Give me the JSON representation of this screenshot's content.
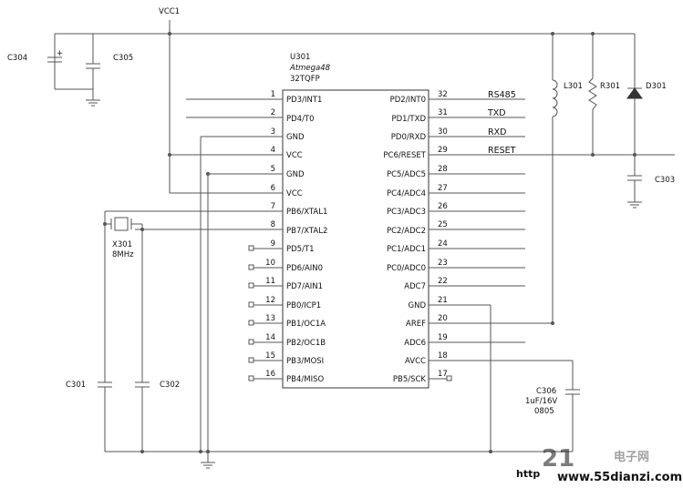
{
  "power": {
    "vcc_label": "VCC1"
  },
  "chip": {
    "ref": "U301",
    "part": "Atmega48",
    "package": "32TQFP",
    "left_pins": [
      {
        "num": "1",
        "name": "PD3/INT1"
      },
      {
        "num": "2",
        "name": "PD4/T0"
      },
      {
        "num": "3",
        "name": "GND"
      },
      {
        "num": "4",
        "name": "VCC"
      },
      {
        "num": "5",
        "name": "GND"
      },
      {
        "num": "6",
        "name": "VCC"
      },
      {
        "num": "7",
        "name": "PB6/XTAL1"
      },
      {
        "num": "8",
        "name": "PB7/XTAL2"
      },
      {
        "num": "9",
        "name": "PD5/T1"
      },
      {
        "num": "10",
        "name": "PD6/AIN0"
      },
      {
        "num": "11",
        "name": "PD7/AIN1"
      },
      {
        "num": "12",
        "name": "PB0/ICP1"
      },
      {
        "num": "13",
        "name": "PB1/OC1A"
      },
      {
        "num": "14",
        "name": "PB2/OC1B"
      },
      {
        "num": "15",
        "name": "PB3/MOSI"
      },
      {
        "num": "16",
        "name": "PB4/MISO"
      }
    ],
    "right_pins": [
      {
        "num": "32",
        "name": "PD2/INT0"
      },
      {
        "num": "31",
        "name": "PD1/TXD"
      },
      {
        "num": "30",
        "name": "PD0/RXD"
      },
      {
        "num": "29",
        "name": "PC6/RESET"
      },
      {
        "num": "28",
        "name": "PC5/ADC5"
      },
      {
        "num": "27",
        "name": "PC4/ADC4"
      },
      {
        "num": "26",
        "name": "PC3/ADC3"
      },
      {
        "num": "25",
        "name": "PC2/ADC2"
      },
      {
        "num": "24",
        "name": "PC1/ADC1"
      },
      {
        "num": "23",
        "name": "PC0/ADC0"
      },
      {
        "num": "22",
        "name": "ADC7"
      },
      {
        "num": "21",
        "name": "GND"
      },
      {
        "num": "20",
        "name": "AREF"
      },
      {
        "num": "19",
        "name": "ADC6"
      },
      {
        "num": "18",
        "name": "AVCC"
      },
      {
        "num": "17",
        "name": "PB5/SCK"
      }
    ]
  },
  "nets": {
    "rs485": "RS485",
    "txd": "TXD",
    "rxd": "RXD",
    "reset": "RESET"
  },
  "components": {
    "c304": "C304",
    "c305": "C305",
    "l301": "L301",
    "r301": "R301",
    "d301": "D301",
    "c303": "C303",
    "crystal_ref": "X301",
    "crystal_value": "8MHz",
    "c301": "C301",
    "c302": "C302",
    "c306_ref": "C306",
    "c306_value": "1uF/16V",
    "c306_package": "0805",
    "plus_sign": "+"
  },
  "watermark": {
    "left": "http",
    "url": "www.55dianzi.com",
    "logo_number": "21",
    "logo_cn": "电子网"
  },
  "colors": {
    "wire": "#555555",
    "text": "#111111",
    "watermark_red": "#d42020",
    "watermark_blue": "#3a4a9a"
  }
}
